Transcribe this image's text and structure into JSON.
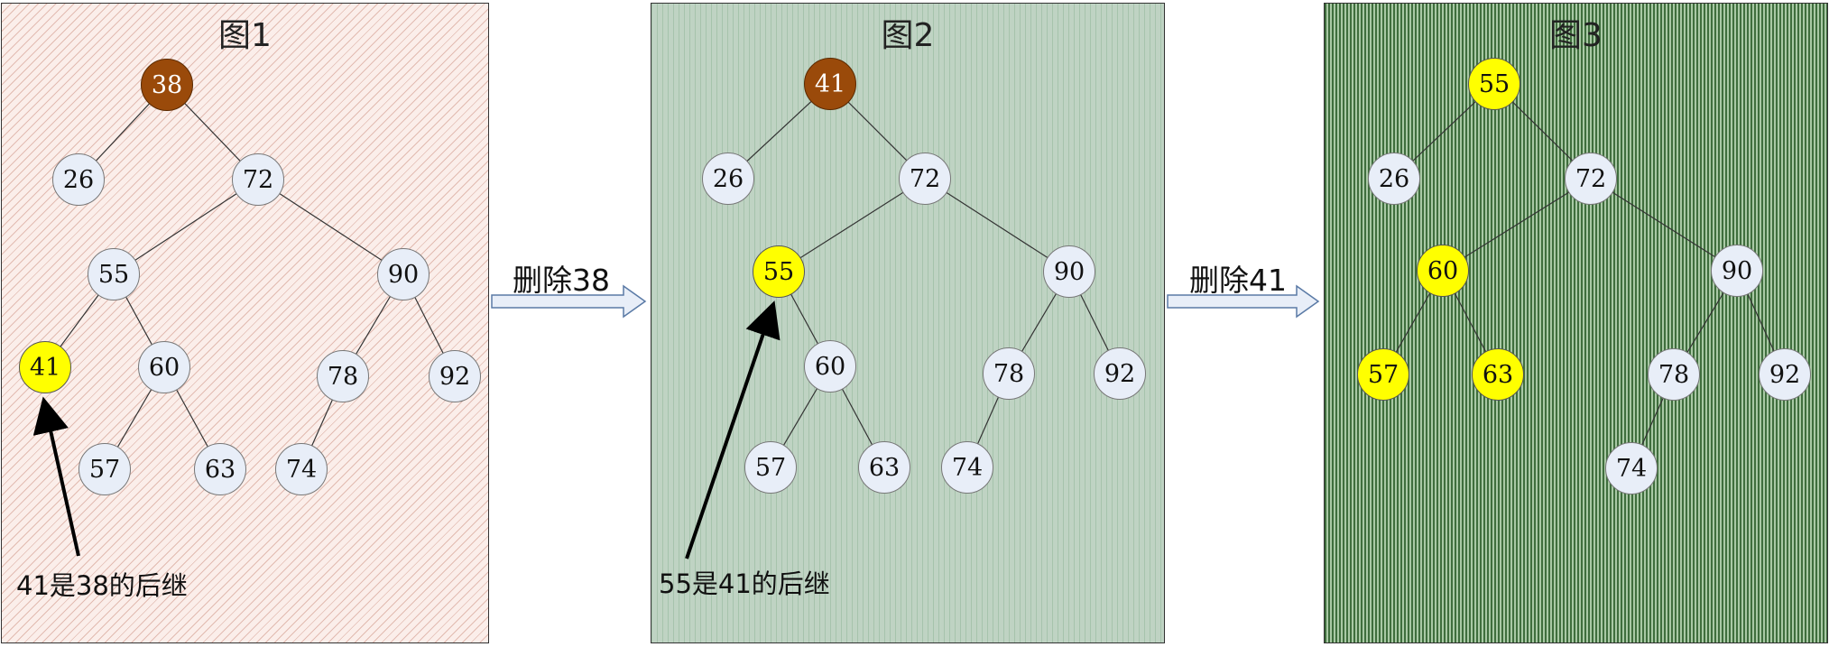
{
  "figures": [
    {
      "title": "图1",
      "note": "41是38的后继",
      "nodes": {
        "root": {
          "value": "38",
          "style": "root"
        },
        "l": {
          "value": "26",
          "style": "normal"
        },
        "r": {
          "value": "72",
          "style": "normal"
        },
        "rl": {
          "value": "55",
          "style": "normal"
        },
        "rr": {
          "value": "90",
          "style": "normal"
        },
        "rll": {
          "value": "41",
          "style": "highlight"
        },
        "rlr": {
          "value": "60",
          "style": "normal"
        },
        "rlrl": {
          "value": "57",
          "style": "normal"
        },
        "rlrr": {
          "value": "63",
          "style": "normal"
        },
        "rrl": {
          "value": "78",
          "style": "normal"
        },
        "rrr": {
          "value": "92",
          "style": "normal"
        },
        "rrll": {
          "value": "74",
          "style": "normal"
        }
      }
    },
    {
      "title": "图2",
      "note": "55是41的后继",
      "nodes": {
        "root": {
          "value": "41",
          "style": "root"
        },
        "l": {
          "value": "26",
          "style": "normal"
        },
        "r": {
          "value": "72",
          "style": "normal"
        },
        "rl": {
          "value": "55",
          "style": "highlight"
        },
        "rr": {
          "value": "90",
          "style": "normal"
        },
        "rlr": {
          "value": "60",
          "style": "normal"
        },
        "rlrl": {
          "value": "57",
          "style": "normal"
        },
        "rlrr": {
          "value": "63",
          "style": "normal"
        },
        "rrl": {
          "value": "78",
          "style": "normal"
        },
        "rrr": {
          "value": "92",
          "style": "normal"
        },
        "rrll": {
          "value": "74",
          "style": "normal"
        }
      }
    },
    {
      "title": "图3",
      "note": "",
      "nodes": {
        "root": {
          "value": "55",
          "style": "highlight"
        },
        "l": {
          "value": "26",
          "style": "normal"
        },
        "r": {
          "value": "72",
          "style": "normal"
        },
        "rl": {
          "value": "60",
          "style": "highlight"
        },
        "rr": {
          "value": "90",
          "style": "normal"
        },
        "rll": {
          "value": "57",
          "style": "highlight"
        },
        "rlr": {
          "value": "63",
          "style": "highlight"
        },
        "rrl": {
          "value": "78",
          "style": "normal"
        },
        "rrr": {
          "value": "92",
          "style": "normal"
        },
        "rrll": {
          "value": "74",
          "style": "normal"
        }
      }
    }
  ],
  "operations": [
    {
      "label": "删除38"
    },
    {
      "label": "删除41"
    }
  ],
  "colors": {
    "root_fill": "#9a4a0a",
    "highlight_fill": "#ffff00",
    "node_fill": "#e8eef8"
  }
}
